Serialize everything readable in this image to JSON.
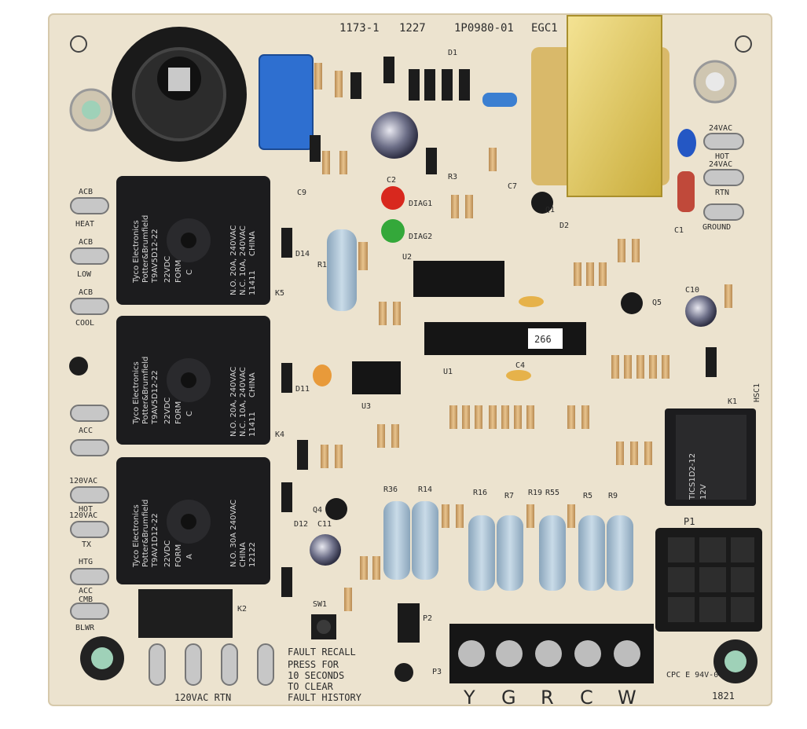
{
  "board": {
    "header": {
      "part1": "1173-1",
      "part2": "1227",
      "part3": "1P0980-01",
      "model": "EGC1"
    },
    "serial_corner": "1821",
    "cert_mark": "CPC E 94V-0"
  },
  "spade_labels": {
    "acb_heat": "ACB",
    "heat": "HEAT",
    "acb_low": "ACB",
    "low": "LOW",
    "acb_cool": "ACB",
    "cool": "COOL",
    "acc": "ACC",
    "vac_hot": "120VAC",
    "hot": "HOT",
    "vac_tx": "120VAC",
    "tx": "TX",
    "htg": "HTG",
    "acc_cmb": "ACC",
    "cmb": "CMB",
    "blwr": "BLWR",
    "bottom": "120VAC  RTN",
    "v24_hot_a": "24VAC",
    "v24_hot_b": "HOT",
    "v24_rtn_a": "24VAC",
    "v24_rtn_b": "RTN",
    "ground": "GROUND"
  },
  "relays": [
    {
      "brand1": "Tyco Electronics",
      "brand2": "Potter&Brumfield",
      "part": "T9AV5D12-22",
      "coil": "22VDC",
      "form": "FORM",
      "form_letter": "C",
      "rating1": "N.O. 20A, 240VAC",
      "rating2": "N.C. 10A, 240VAC",
      "code": "11411",
      "origin": "CHINA"
    },
    {
      "brand1": "Tyco Electronics",
      "brand2": "Potter&Brumfield",
      "part": "T9AV5D12-22",
      "coil": "22VDC",
      "form": "FORM",
      "form_letter": "C",
      "rating1": "N.O. 20A, 240VAC",
      "rating2": "N.C. 10A, 240VAC",
      "code": "11411",
      "origin": "CHINA"
    },
    {
      "brand1": "Tyco Electronics",
      "brand2": "Potter&Brumfield",
      "part": "T9AV1D12-22",
      "coil": "22VDC",
      "form": "FORM",
      "form_letter": "A",
      "rating1": "N.O. 30A 240VAC",
      "rating2": "",
      "code": "12122",
      "origin": "CHINA"
    }
  ],
  "components": {
    "diag1": "DIAG1",
    "diag2": "DIAG2",
    "u1": "U1",
    "u2": "U2",
    "u3": "U3",
    "chip_label": "266",
    "sw1": "SW1",
    "p1": "P1",
    "p2": "P2",
    "p3": "P3",
    "k1": "K1",
    "k2": "K2",
    "k4": "K4",
    "k5": "K5",
    "hsc1": "HSC1",
    "q1": "Q1",
    "q4": "Q4",
    "q5": "Q5",
    "c1": "C1",
    "c2": "C2",
    "c4": "C4",
    "c7": "C7",
    "c9": "C9",
    "c10": "C10",
    "c11": "C11",
    "d1": "D1",
    "d2": "D2",
    "d11": "D11",
    "d12": "D12",
    "d14": "D14",
    "r1": "R1",
    "r3": "R3",
    "r5": "R5",
    "r7": "R7",
    "r9": "R9",
    "r14": "R14",
    "r16": "R16",
    "r19": "R19",
    "r36": "R36",
    "r55": "R55",
    "small_relay_1": "TICS1D2-12",
    "small_relay_2": "12V"
  },
  "fault_text": {
    "line1": "FAULT RECALL",
    "line2": "PRESS FOR",
    "line3": "10 SECONDS",
    "line4": "TO CLEAR",
    "line5": "FAULT HISTORY"
  },
  "terminal_letters": [
    "Y",
    "G",
    "R",
    "C",
    "W"
  ],
  "colors": {
    "pcb": "#ece3cf",
    "silk": "#2b2b2b",
    "relay": "#1c1c1e",
    "diag1_led": "#d8281e",
    "diag2_led": "#34a83a",
    "blue_cap": "#2e6fd0",
    "transformer": "#e6cf52"
  }
}
